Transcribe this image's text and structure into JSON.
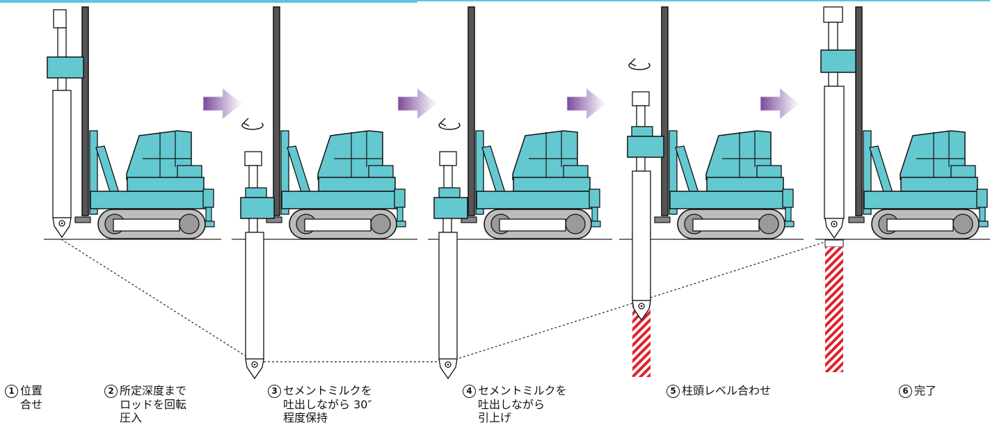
{
  "colors": {
    "machine": "#64c8d0",
    "outline": "#1a1a1a",
    "mast": "#555555",
    "arrow_start": "#7b4a9a",
    "arrow_end": "#ffffff",
    "hatch": "#e0202a",
    "top_bar": "#5bc5e0"
  },
  "icons": [
    "rotation-arrow-icon",
    "next-step-arrow-icon"
  ],
  "steps": [
    {
      "num": "1",
      "lines": [
        "位置",
        "合せ"
      ]
    },
    {
      "num": "2",
      "lines": [
        "所定深度まで",
        "ロッドを回転",
        "圧入"
      ]
    },
    {
      "num": "3",
      "lines": [
        "セメントミルクを",
        "吐出しながら 30″",
        "程度保持"
      ]
    },
    {
      "num": "4",
      "lines": [
        "セメントミルクを",
        "吐出しながら",
        "引上げ"
      ]
    },
    {
      "num": "5",
      "lines": [
        "柱頭レベル合わせ"
      ]
    },
    {
      "num": "6",
      "lines": [
        "完了"
      ]
    }
  ]
}
